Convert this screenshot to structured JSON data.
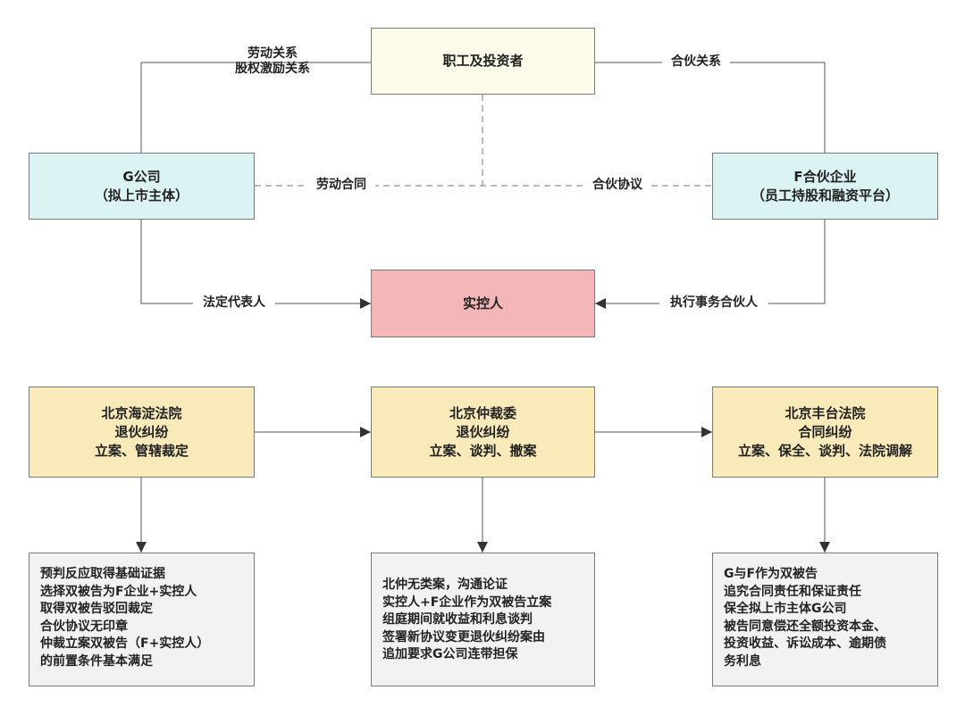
{
  "colors": {
    "investor_fill": "#fcfae8",
    "entity_fill": "#dcf3f3",
    "controller_fill": "#f4b6b6",
    "court_fill": "#f8ebb9",
    "note_fill": "#f2f2f2",
    "line": "#444444",
    "border": "#7a7a7a"
  },
  "nodes": {
    "investor": {
      "lines": [
        "职工及投资者"
      ]
    },
    "g_company": {
      "lines": [
        "G公司",
        "（拟上市主体）"
      ]
    },
    "f_partnership": {
      "lines": [
        "F合伙企业",
        "（员工持股和融资平台）"
      ]
    },
    "controller": {
      "lines": [
        "实控人"
      ]
    },
    "haidian_court": {
      "lines": [
        "北京海淀法院",
        "退伙纠纷",
        "立案、管辖裁定"
      ]
    },
    "arbitration": {
      "lines": [
        "北京仲裁委",
        "退伙纠纷",
        "立案、谈判、撤案"
      ]
    },
    "fengtai_court": {
      "lines": [
        "北京丰台法院",
        "合同纠纷",
        "立案、保全、谈判、法院调解"
      ]
    }
  },
  "edge_labels": {
    "labor_equity": [
      "劳动关系",
      "股权激励关系"
    ],
    "partnership_relation": "合伙关系",
    "labor_contract": "劳动合同",
    "partnership_agreement": "合伙协议",
    "legal_rep": "法定代表人",
    "managing_partner": "执行事务合伙人"
  },
  "notes": {
    "haidian_note": [
      "预判反应取得基础证据",
      "选择双被告为F企业+实控人",
      "取得双被告驳回裁定",
      "合伙协议无印章",
      "仲裁立案双被告（F+实控人）",
      "的前置条件基本满足"
    ],
    "arbitration_note": [
      "北仲无类案，沟通论证",
      "实控人+F企业作为双被告立案",
      "组庭期间就收益和利息谈判",
      "签署新协议变更退伙纠纷案由",
      "追加要求G公司连带担保"
    ],
    "fengtai_note": [
      "G与F作为双被告",
      "追究合同责任和保证责任",
      "保全拟上市主体G公司",
      "被告同意偿还全额投资本金、",
      "投资收益、诉讼成本、逾期债",
      "务利息"
    ]
  }
}
